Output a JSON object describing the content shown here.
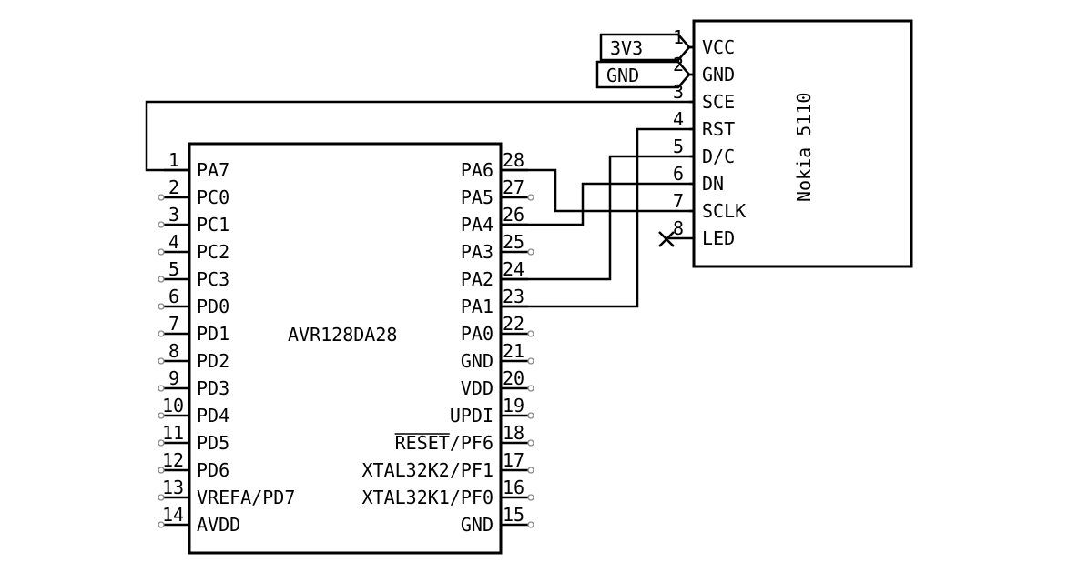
{
  "mcu": {
    "name": "AVR128DA28",
    "left_pins": [
      {
        "num": "1",
        "name": "PA7",
        "connected": true
      },
      {
        "num": "2",
        "name": "PC0",
        "connected": false
      },
      {
        "num": "3",
        "name": "PC1",
        "connected": false
      },
      {
        "num": "4",
        "name": "PC2",
        "connected": false
      },
      {
        "num": "5",
        "name": "PC3",
        "connected": false
      },
      {
        "num": "6",
        "name": "PD0",
        "connected": false
      },
      {
        "num": "7",
        "name": "PD1",
        "connected": false
      },
      {
        "num": "8",
        "name": "PD2",
        "connected": false
      },
      {
        "num": "9",
        "name": "PD3",
        "connected": false
      },
      {
        "num": "10",
        "name": "PD4",
        "connected": false
      },
      {
        "num": "11",
        "name": "PD5",
        "connected": false
      },
      {
        "num": "12",
        "name": "PD6",
        "connected": false
      },
      {
        "num": "13",
        "name": "VREFA/PD7",
        "connected": false
      },
      {
        "num": "14",
        "name": "AVDD",
        "connected": false
      }
    ],
    "right_pins": [
      {
        "num": "28",
        "name": "PA6",
        "connected": true
      },
      {
        "num": "27",
        "name": "PA5",
        "connected": false
      },
      {
        "num": "26",
        "name": "PA4",
        "connected": true
      },
      {
        "num": "25",
        "name": "PA3",
        "connected": false
      },
      {
        "num": "24",
        "name": "PA2",
        "connected": true
      },
      {
        "num": "23",
        "name": "PA1",
        "connected": true
      },
      {
        "num": "22",
        "name": "PA0",
        "connected": false
      },
      {
        "num": "21",
        "name": "GND",
        "connected": false
      },
      {
        "num": "20",
        "name": "VDD",
        "connected": false
      },
      {
        "num": "19",
        "name": "UPDI",
        "connected": false
      },
      {
        "num": "18",
        "name": "RESET/PF6",
        "connected": false,
        "overline": "RESET"
      },
      {
        "num": "17",
        "name": "XTAL32K2/PF1",
        "connected": false
      },
      {
        "num": "16",
        "name": "XTAL32K1/PF0",
        "connected": false
      },
      {
        "num": "15",
        "name": "GND",
        "connected": false
      }
    ]
  },
  "lcd": {
    "name": "Nokia 5110",
    "pins": [
      {
        "num": "1",
        "name": "VCC"
      },
      {
        "num": "2",
        "name": "GND"
      },
      {
        "num": "3",
        "name": "SCE"
      },
      {
        "num": "4",
        "name": "RST"
      },
      {
        "num": "5",
        "name": "D/C"
      },
      {
        "num": "6",
        "name": "DN"
      },
      {
        "num": "7",
        "name": "SCLK"
      },
      {
        "num": "8",
        "name": "LED",
        "no_connect": true
      }
    ]
  },
  "power_labels": [
    {
      "label": "3V3",
      "to_pin": "1"
    },
    {
      "label": "GND",
      "to_pin": "2"
    }
  ],
  "nets": [
    {
      "from": "PA7",
      "to": "SCE"
    },
    {
      "from": "PA6",
      "to": "SCLK"
    },
    {
      "from": "PA4",
      "to": "DN"
    },
    {
      "from": "PA2",
      "to": "D/C"
    },
    {
      "from": "PA1",
      "to": "RST"
    }
  ]
}
